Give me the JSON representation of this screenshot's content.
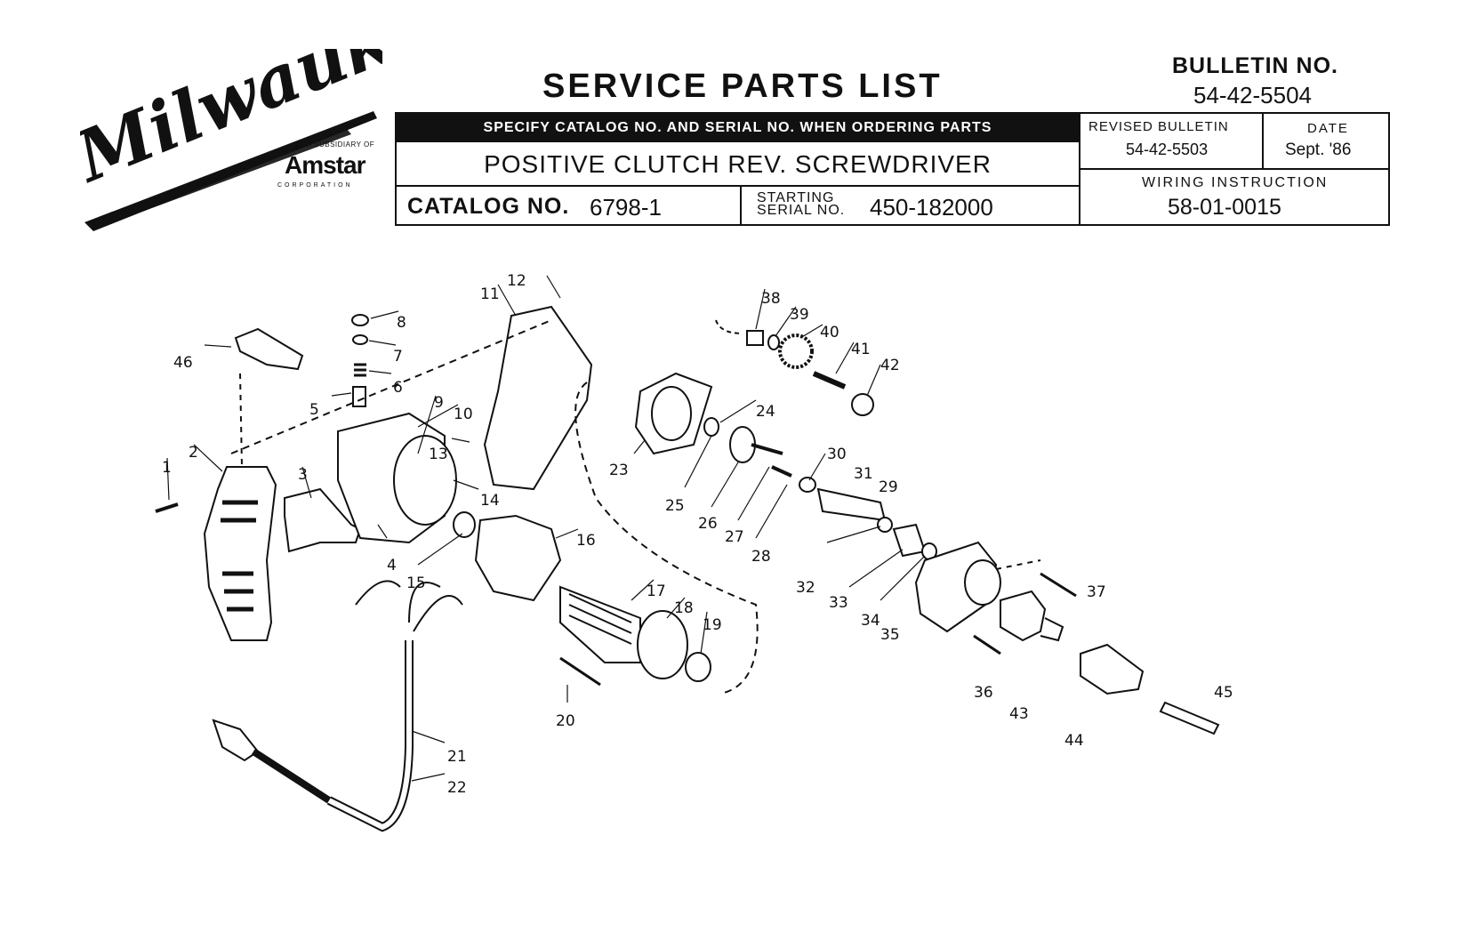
{
  "header": {
    "logo_text": "Milwaukee",
    "subsidiary_text": "A SUBSIDIARY OF",
    "parent_company": "Amstar",
    "parent_company_suffix": "CORPORATION",
    "title": "SERVICE PARTS LIST",
    "bulletin_label": "BULLETIN NO.",
    "bulletin_number": "54-42-5504"
  },
  "info_box": {
    "order_instruction": "SPECIFY CATALOG NO. AND SERIAL NO. WHEN ORDERING PARTS",
    "product_name": "POSITIVE CLUTCH REV. SCREWDRIVER",
    "catalog_label": "CATALOG NO.",
    "catalog_number": "6798-1",
    "starting_label": "STARTING",
    "serial_label": "SERIAL NO.",
    "starting_serial": "450-182000",
    "revised_bulletin_label": "REVISED BULLETIN",
    "revised_bulletin": "54-42-5503",
    "date_label": "DATE",
    "date": "Sept. '86",
    "wiring_label": "WIRING INSTRUCTION",
    "wiring_number": "58-01-0015"
  },
  "diagram": {
    "callouts": [
      "1",
      "2",
      "3",
      "4",
      "5",
      "6",
      "7",
      "8",
      "9",
      "10",
      "11",
      "12",
      "13",
      "14",
      "15",
      "16",
      "17",
      "18",
      "19",
      "20",
      "21",
      "22",
      "23",
      "24",
      "25",
      "26",
      "27",
      "28",
      "29",
      "30",
      "31",
      "32",
      "33",
      "34",
      "35",
      "36",
      "37",
      "38",
      "39",
      "40",
      "41",
      "42",
      "43",
      "44",
      "45",
      "46"
    ]
  }
}
